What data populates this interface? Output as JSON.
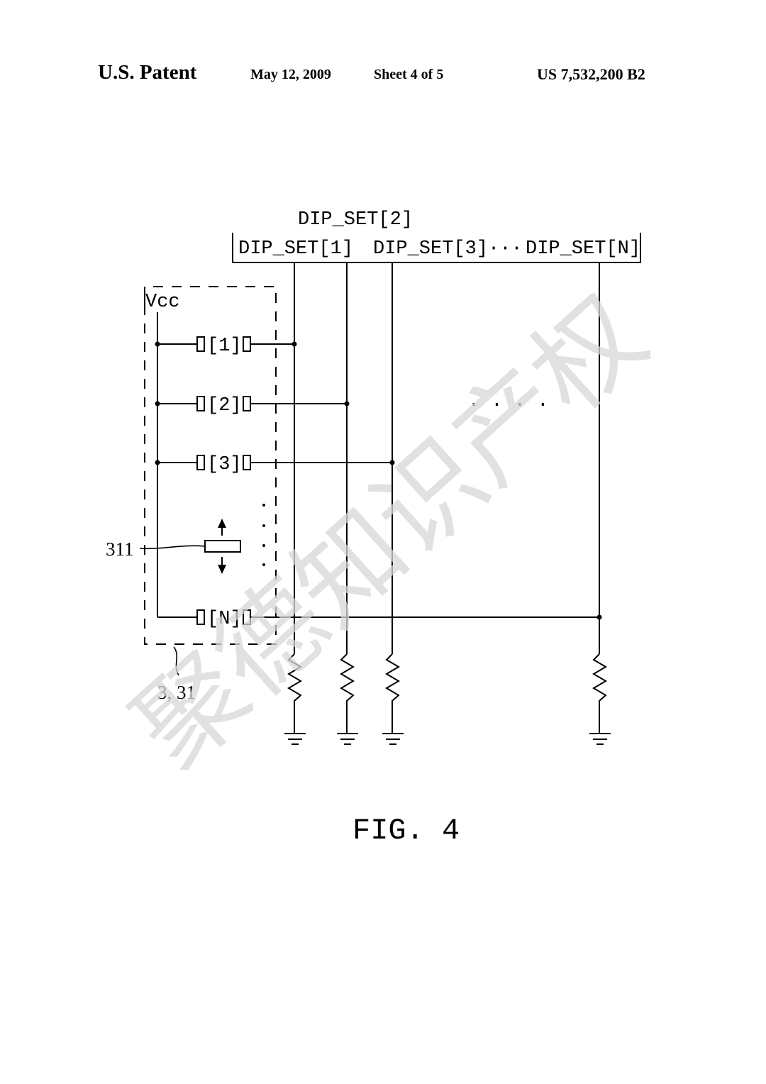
{
  "header": {
    "left": "U.S. Patent",
    "date": "May 12, 2009",
    "sheet": "Sheet 4 of 5",
    "patent_number": "US 7,532,200 B2"
  },
  "diagram": {
    "bus_labels": {
      "top": "DIP_SET[2]",
      "set1": "DIP_SET[1]",
      "set3": "DIP_SET[3]",
      "ellipsis": "···",
      "setN": "DIP_SET[N]"
    },
    "vcc": "Vcc",
    "switches": [
      "[1]",
      "[2]",
      "[3]",
      "[N]"
    ],
    "ref_311": "311",
    "ref_block": "3, 31",
    "mid_dots": ". . . ."
  },
  "figure_label": "FIG. 4",
  "watermark": "聚德知识产权"
}
